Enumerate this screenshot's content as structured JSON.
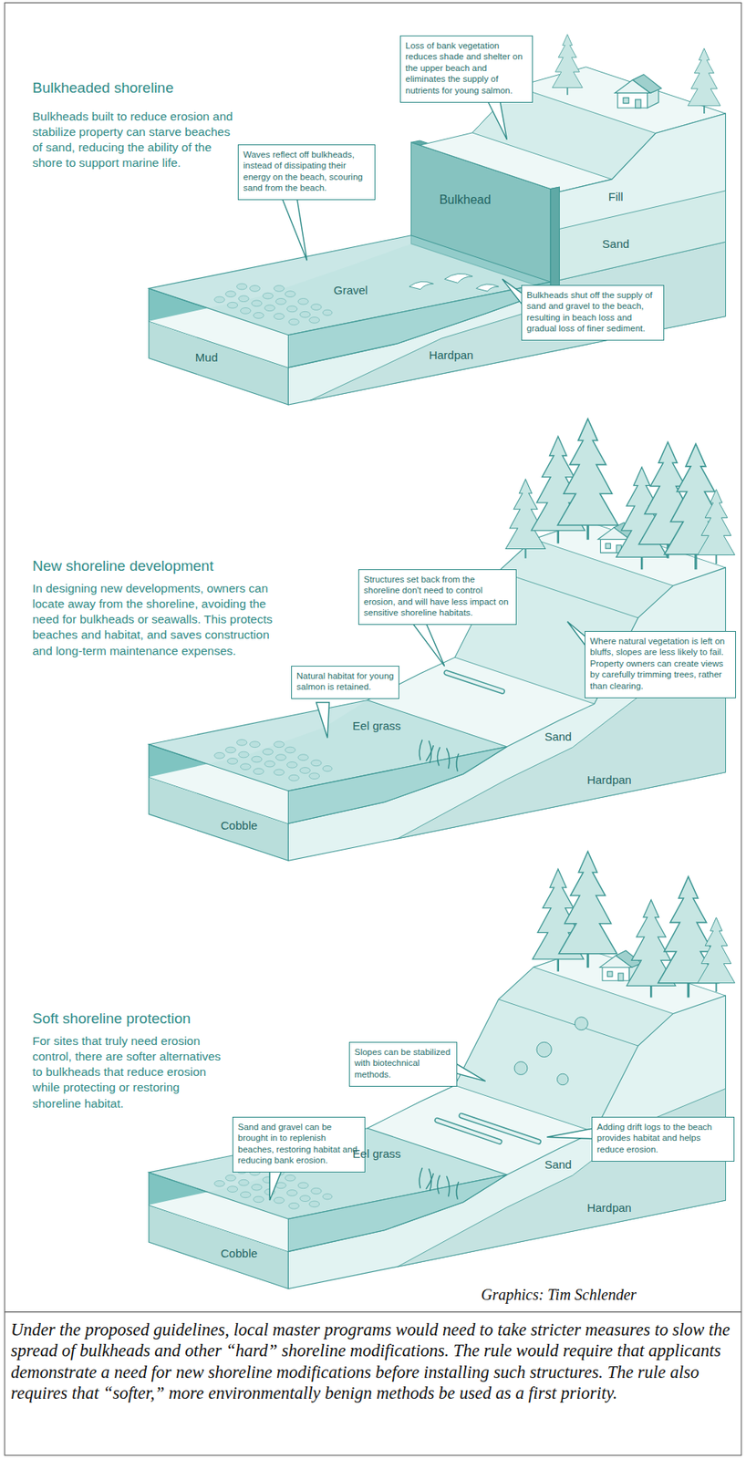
{
  "diagram": {
    "caption": "Under the proposed guidelines, local master programs would need to take stricter measures to slow the spread of bulkheads and other “hard” shoreline modifications. The rule would require that applicants demonstrate a need for new shoreline modifications before installing such structures. The rule also requires that “softer,” more environmentally benign methods be used as a first priority.",
    "nodes": [
      {
        "text": [
          "Loss of bank vegetation reduces shade and shelter on the upper beach and eliminates the supply of nutrients for young salmon."
        ]
      },
      {
        "text": [
          "Waves reflect off bulkheads, instead of dissipating their energy on the beach, scouring sand from the beach."
        ]
      },
      {
        "text": [
          "Bulkheads shut off the supply of sand and gravel to the beach, resulting in beach loss and gradual loss of finer sediment."
        ]
      },
      {
        "text": [
          "Structures set back from the shoreline don't need to control erosion, and will have less impact on sensitive shoreline habitats."
        ]
      },
      {
        "text": [
          "Natural habitat for young salmon is retained."
        ]
      },
      {
        "text": [
          "Where natural vegetation is left on bluffs, slopes are less likely to fail. Property owners can create views by carefully trimming trees, rather than clearing."
        ]
      },
      {
        "text": [
          "Slopes can be stabilized with biotechnical methods."
        ]
      },
      {
        "text": [
          "Sand and gravel can be brought in to replenish beaches, restoring habitat and reducing bank erosion."
        ]
      },
      {
        "text": [
          "Adding drift logs to the beach provides habitat and helps reduce erosion."
        ]
      }
    ],
    "labels": [
      "Bulkheaded shoreline",
      "Bulkheads built to reduce erosion and stabilize property can starve beaches of sand, reducing the ability of the shore to support marine life.",
      "Bulkhead",
      "Fill",
      "Sand",
      "Gravel",
      "Hardpan",
      "Mud",
      "New shoreline development",
      "In designing new developments, owners can locate away from the shoreline, avoiding the need for bulkheads or seawalls. This protects beaches and habitat, and saves construction and long-term maintenance expenses.",
      "Eel grass",
      "Sand",
      "Hardpan",
      "Cobble",
      "Soft shoreline protection",
      "For sites that truly need erosion control, there are softer alternatives to bulkheads that reduce erosion while protecting or restoring shoreline habitat.",
      "Eel grass",
      "Sand",
      "Hardpan",
      "Cobble",
      "Graphics: Tim Schlender"
    ]
  }
}
